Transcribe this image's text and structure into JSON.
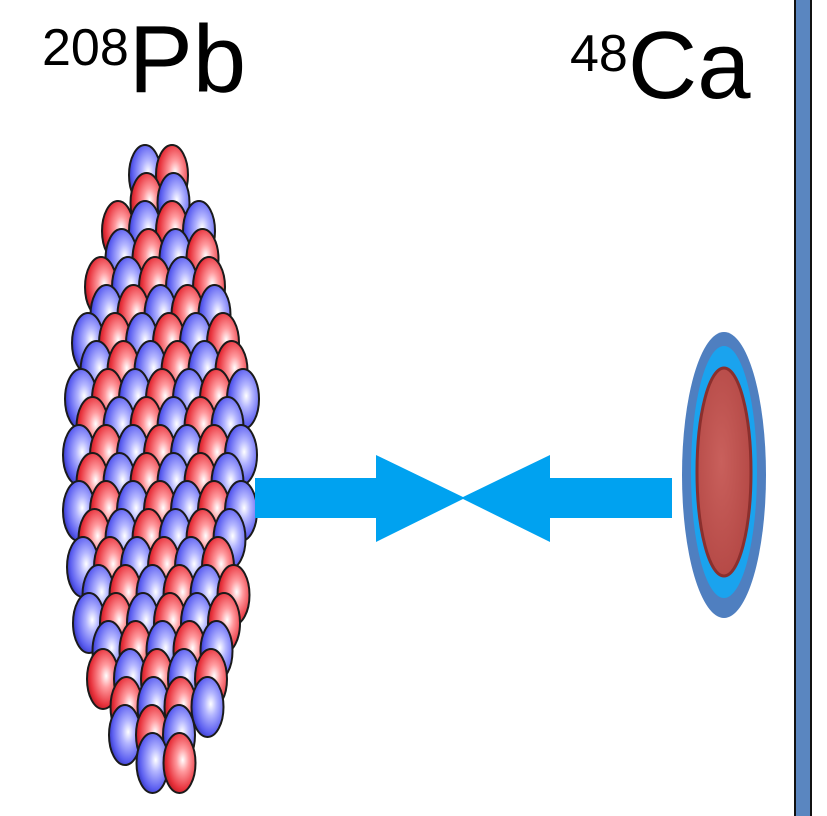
{
  "labels": {
    "left": {
      "mass_number": "208",
      "element": "Pb"
    },
    "right": {
      "mass_number": "48",
      "element": "Ca"
    }
  },
  "nucleus_colors": {
    "proton": "#e8323c",
    "neutron": "#5b5ef0",
    "outline": "#1a1a1a"
  },
  "ca_colors": {
    "outer": "#4f7fc0",
    "mid": "#1aa3ee",
    "inner": "#c0504d",
    "inner_stroke": "#8b2f2d"
  },
  "arrow_color": "#00a2f0",
  "bar_color": "#5a86c0",
  "icons": [
    "lead-nucleus-icon",
    "calcium-nucleus-icon",
    "collision-arrows-icon"
  ]
}
